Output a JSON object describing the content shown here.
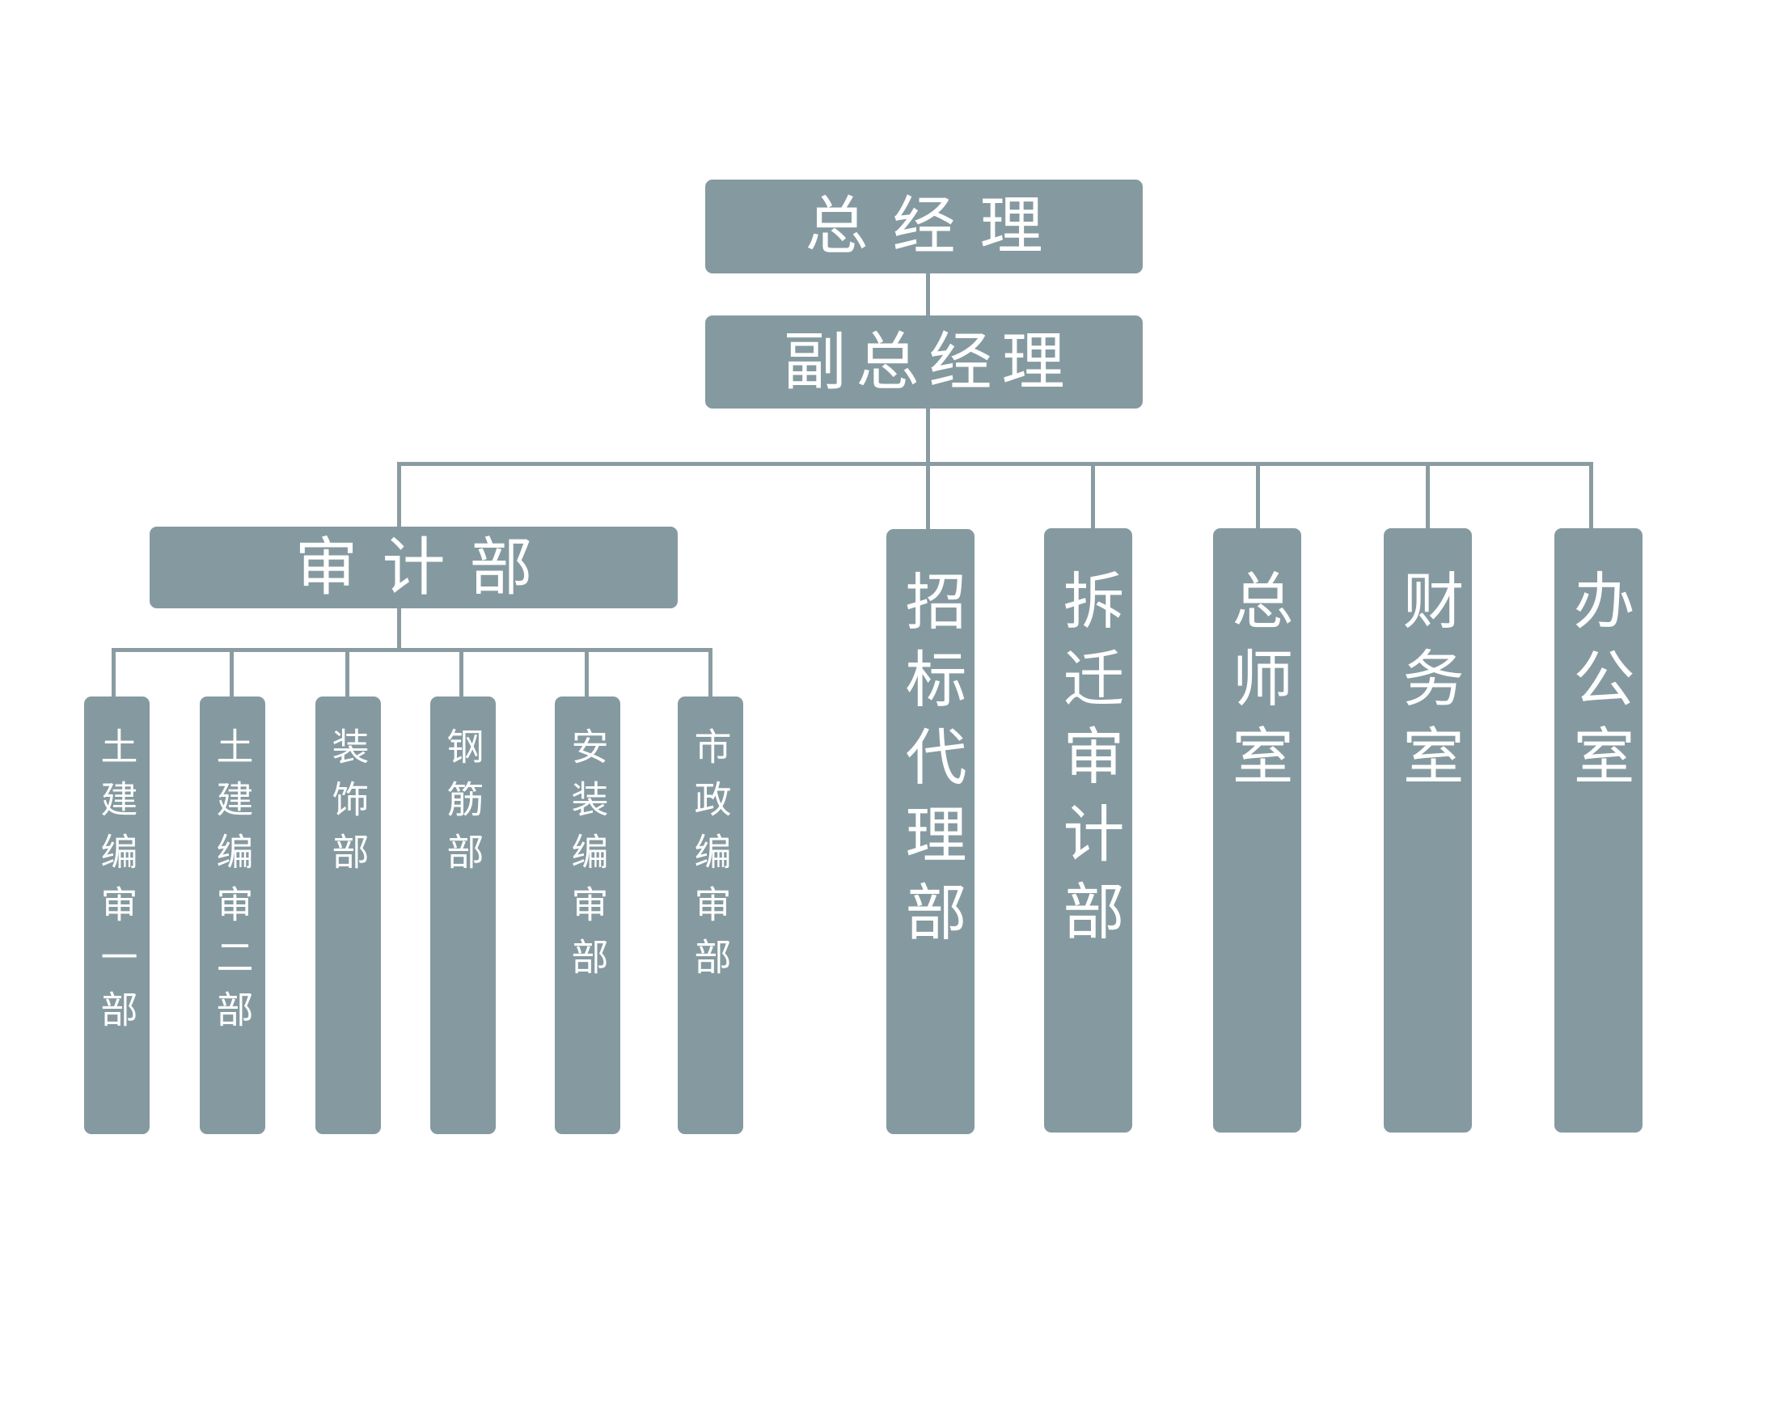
{
  "chart": {
    "ceo": "总经理",
    "deputy": "副总经理",
    "audit_dept": "审计部",
    "audit_subunits": [
      "土建编审一部",
      "土建编审二部",
      "装饰部",
      "钢筋部",
      "安装编审部",
      "市政编审部"
    ],
    "departments": [
      "招标代理部",
      "拆迁审计部",
      "总师室",
      "财务室",
      "办公室"
    ]
  },
  "colors": {
    "box": "#859aa0",
    "line": "#8a9ca1",
    "text": "#ffffff"
  }
}
